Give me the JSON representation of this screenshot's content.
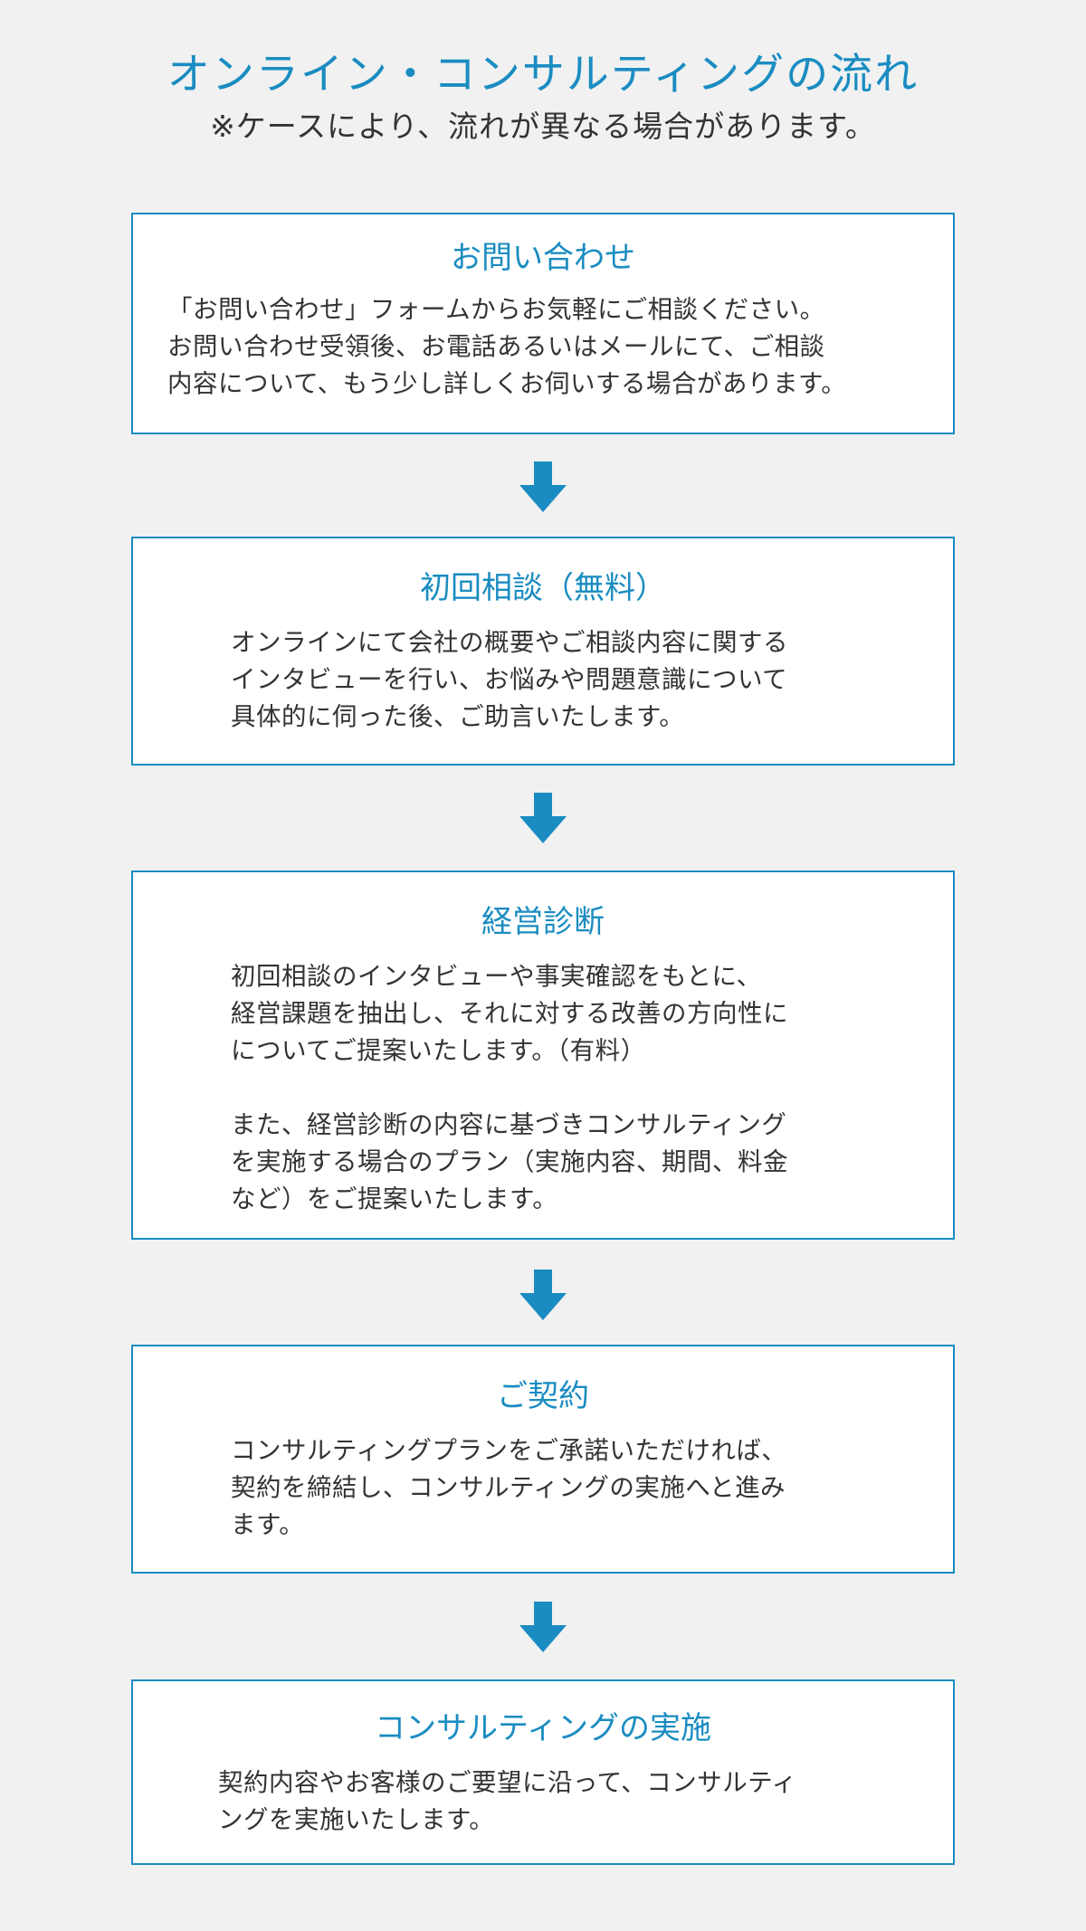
{
  "header": {
    "title": "オンライン・コンサルティングの流れ",
    "subtitle": "※ケースにより、流れが異なる場合があります。"
  },
  "colors": {
    "accent": "#1a8cc1",
    "background": "#f1f1f1",
    "box": "#ffffff",
    "text": "#333333"
  },
  "steps": [
    {
      "title": "お問い合わせ",
      "body": "「お問い合わせ」フォームからお気軽にご相談ください。\nお問い合わせ受領後、お電話あるいはメールにて、ご相談\n内容について、もう少し詳しくお伺いする場合があります。"
    },
    {
      "title": "初回相談（無料）",
      "body": "オンラインにて会社の概要やご相談内容に関する\nインタビューを行い、お悩みや問題意識について\n具体的に伺った後、ご助言いたします。"
    },
    {
      "title": "経営診断",
      "body": "初回相談のインタビューや事実確認をもとに、\n経営課題を抽出し、それに対する改善の方向性に\nについてご提案いたします。（有料）\n\nまた、経営診断の内容に基づきコンサルティング\nを実施する場合のプラン（実施内容、期間、料金\nなど）をご提案いたします。"
    },
    {
      "title": "ご契約",
      "body": "コンサルティングプランをご承諾いただければ、\n契約を締結し、コンサルティングの実施へと進み\nます。"
    },
    {
      "title": "コンサルティングの実施",
      "body": "契約内容やお客様のご要望に沿って、コンサルティ\nングを実施いたします。"
    }
  ]
}
